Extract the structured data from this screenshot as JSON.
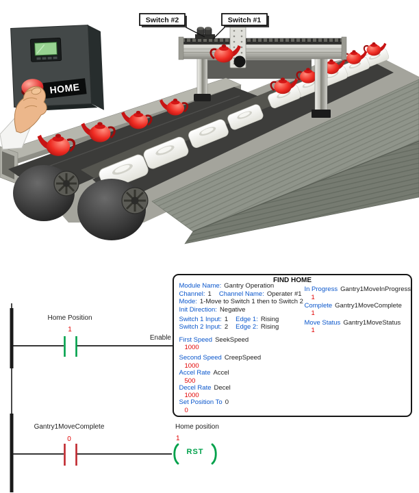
{
  "scene": {
    "callouts": {
      "switch2": "Switch #2",
      "switch1": "Switch #1"
    },
    "panel": {
      "button_label": "HOME"
    }
  },
  "ladder": {
    "rung1": {
      "contact_label": "Home Position",
      "contact_value": "1",
      "output_label": "Enable"
    },
    "rung2": {
      "contact_label": "Gantry1MoveComplete",
      "contact_value": "0",
      "coil_label": "Home position",
      "coil_value": "1",
      "coil_mnemonic": "RST"
    }
  },
  "find_home": {
    "title": "FIND HOME",
    "params": [
      {
        "label": "Module Name:",
        "value": "Gantry Operation"
      },
      {
        "label": "Channel:",
        "value": "1",
        "label2": "Channel Name:",
        "value2": "Operater #1"
      },
      {
        "label": "Mode:",
        "value": "1-Move to Switch 1 then to Switch 2"
      },
      {
        "label": "Init Direction:",
        "value": "Negative"
      },
      {
        "label": "Switch 1 Input:",
        "value": "1",
        "label2": "Edge 1:",
        "value2": "Rising"
      },
      {
        "label": "Switch 2 Input:",
        "value": "2",
        "label2": "Edge 2:",
        "value2": "Rising"
      },
      {
        "label": "First Speed",
        "value": "SeekSpeed",
        "number": "1000"
      },
      {
        "label": "Second Speed",
        "value": "CreepSpeed",
        "number": "1000"
      },
      {
        "label": "Accel Rate",
        "value": "Accel",
        "number": "500"
      },
      {
        "label": "Decel Rate",
        "value": "Decel",
        "number": "1000"
      },
      {
        "label": "Set Position To",
        "value": "0",
        "number": "0"
      }
    ],
    "outputs": [
      {
        "label": "In Progress",
        "value": "Gantry1MoveInProgress",
        "number": "1"
      },
      {
        "label": "Complete",
        "value": "Gantry1MoveComplete",
        "number": "1"
      },
      {
        "label": "Move Status",
        "value": "Gantry1MoveStatus",
        "number": "1"
      }
    ]
  },
  "colors": {
    "label_blue": "#0B57CC",
    "value_red": "#E10000",
    "contact_true_green": "#00A14B",
    "contact_false_red": "#C0272D",
    "teapot_red": "#E31B1C"
  }
}
